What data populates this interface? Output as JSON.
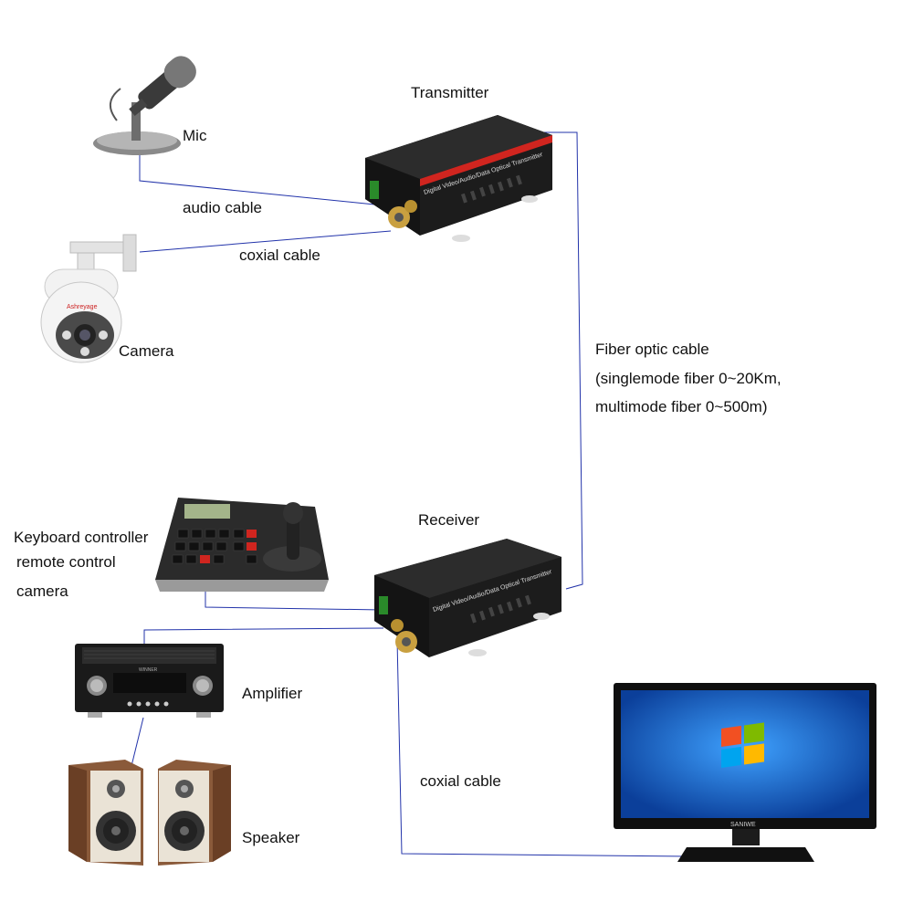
{
  "labels": {
    "transmitter": "Transmitter",
    "receiver": "Receiver",
    "mic": "Mic",
    "camera": "Camera",
    "audio_cable": "audio cable",
    "coxial_cable_top": "coxial cable",
    "coxial_cable_bottom": "coxial cable",
    "fiber_line1": "Fiber optic cable",
    "fiber_line2": "(singlemode fiber 0~20Km,",
    "fiber_line3": "multimode fiber 0~500m)",
    "keyboard_line1": "Keyboard controller",
    "keyboard_line2": "remote control",
    "keyboard_line3": "camera",
    "amplifier": "Amplifier",
    "speaker": "Speaker"
  },
  "device_text": {
    "transmitter_face": "Digital Video/Audio/Data  Optical Transmitter",
    "receiver_face": "Digital Video/Audio/Data  Optical Transmitter",
    "monitor_brand": "SANIWE",
    "camera_brand": "Ashreyage",
    "amp_brand": "WINNER"
  },
  "colors": {
    "wire": "#2233aa",
    "device_dark": "#1c1c1c",
    "accent_red": "#d0251f"
  }
}
